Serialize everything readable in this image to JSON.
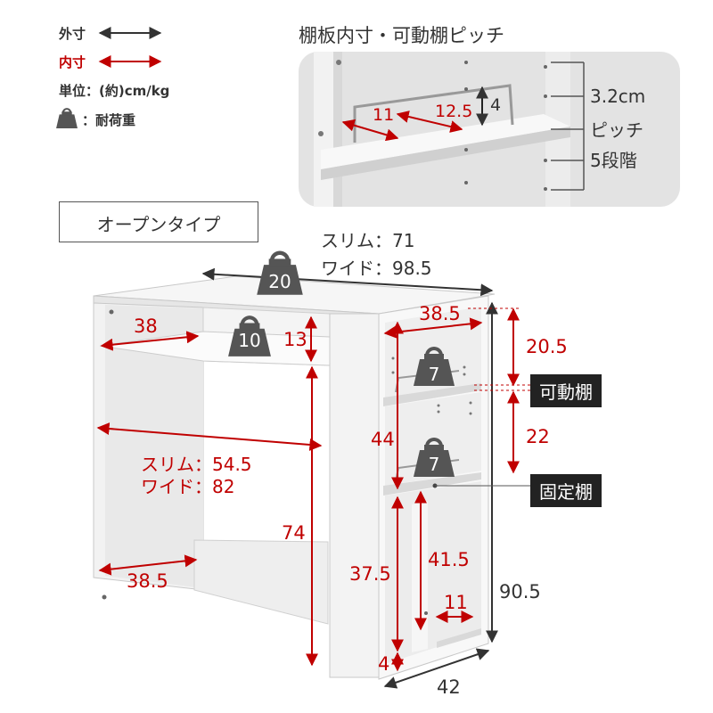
{
  "legend": {
    "outer_label": "外寸",
    "inner_label": "内寸",
    "unit_label": "単位：(約)cm/kg",
    "load_label": "：耐荷重"
  },
  "inset": {
    "title": "棚板内寸・可動棚ピッチ",
    "dim_11": "11",
    "dim_12_5": "12.5",
    "dim_4": "4",
    "pitch_line1": "3.2cm",
    "pitch_line2": "ピッチ",
    "pitch_line3": "5段階"
  },
  "type_label": "オープンタイプ",
  "sizes": {
    "slim_top": "スリム：71",
    "wide_top": "ワイド：98.5",
    "slim_mid": "スリム：54.5",
    "wide_mid": "ワイド：82"
  },
  "loads": {
    "top": "20",
    "inner_shelf": "10",
    "movable_shelf": "7",
    "fixed_shelf": "7"
  },
  "dims": {
    "d38": "38",
    "d13": "13",
    "d38_5_top": "38.5",
    "d20_5": "20.5",
    "d44": "44",
    "d22": "22",
    "d74": "74",
    "d38_5_bottom": "38.5",
    "d37_5": "37.5",
    "d41_5": "41.5",
    "d11": "11",
    "d4": "4",
    "d90_5": "90.5",
    "d42": "42"
  },
  "tags": {
    "movable": "可動棚",
    "fixed": "固定棚"
  },
  "colors": {
    "outer_arrow": "#333333",
    "inner_arrow": "#c00000",
    "weight_icon": "#555555",
    "tag_bg": "#222222",
    "inset_bg": "#e3e3e3"
  }
}
